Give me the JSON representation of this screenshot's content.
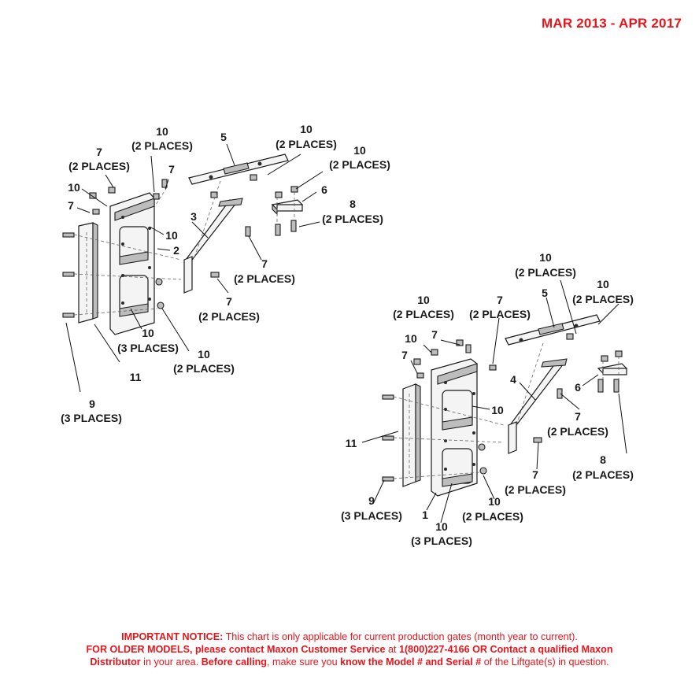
{
  "header": {
    "date_range": "MAR 2013 - APR 2017"
  },
  "callouts": {
    "left": [
      {
        "id": "l10a",
        "num": "10",
        "qty": "(2 PLACES)"
      },
      {
        "id": "l7a",
        "num": "7",
        "qty": "(2 PLACES)"
      },
      {
        "id": "l7b",
        "num": "7",
        "qty": ""
      },
      {
        "id": "l10b",
        "num": "10",
        "qty": ""
      },
      {
        "id": "l7c",
        "num": "7",
        "qty": ""
      },
      {
        "id": "l5",
        "num": "5",
        "qty": ""
      },
      {
        "id": "l10c",
        "num": "10",
        "qty": "(2 PLACES)"
      },
      {
        "id": "l10d",
        "num": "10",
        "qty": "(2 PLACES)"
      },
      {
        "id": "l6",
        "num": "6",
        "qty": ""
      },
      {
        "id": "l8",
        "num": "8",
        "qty": "(2 PLACES)"
      },
      {
        "id": "l3",
        "num": "3",
        "qty": ""
      },
      {
        "id": "l10e",
        "num": "10",
        "qty": ""
      },
      {
        "id": "l2",
        "num": "2",
        "qty": ""
      },
      {
        "id": "l7d",
        "num": "7",
        "qty": "(2 PLACES)"
      },
      {
        "id": "l7e",
        "num": "7",
        "qty": "(2 PLACES)"
      },
      {
        "id": "l10f",
        "num": "10",
        "qty": "(3 PLACES)"
      },
      {
        "id": "l10g",
        "num": "10",
        "qty": "(2 PLACES)"
      },
      {
        "id": "l11",
        "num": "11",
        "qty": ""
      },
      {
        "id": "l9",
        "num": "9",
        "qty": "(3 PLACES)"
      }
    ],
    "right": [
      {
        "id": "r10a",
        "num": "10",
        "qty": "(2 PLACES)"
      },
      {
        "id": "r10b",
        "num": "10",
        "qty": "(2 PLACES)"
      },
      {
        "id": "r5",
        "num": "5",
        "qty": ""
      },
      {
        "id": "r10c",
        "num": "10",
        "qty": "(2 PLACES)"
      },
      {
        "id": "r7a",
        "num": "7",
        "qty": "(2 PLACES)"
      },
      {
        "id": "r10d",
        "num": "10",
        "qty": ""
      },
      {
        "id": "r7b",
        "num": "7",
        "qty": ""
      },
      {
        "id": "r7c",
        "num": "7",
        "qty": ""
      },
      {
        "id": "r4",
        "num": "4",
        "qty": ""
      },
      {
        "id": "r6",
        "num": "6",
        "qty": ""
      },
      {
        "id": "r7d",
        "num": "7",
        "qty": "(2 PLACES)"
      },
      {
        "id": "r10e",
        "num": "10",
        "qty": ""
      },
      {
        "id": "r11",
        "num": "11",
        "qty": ""
      },
      {
        "id": "r8",
        "num": "8",
        "qty": "(2 PLACES)"
      },
      {
        "id": "r7e",
        "num": "7",
        "qty": "(2 PLACES)"
      },
      {
        "id": "r9",
        "num": "9",
        "qty": "(3 PLACES)"
      },
      {
        "id": "r10f",
        "num": "10",
        "qty": "(2 PLACES)"
      },
      {
        "id": "r1",
        "num": "1",
        "qty": ""
      },
      {
        "id": "r10g",
        "num": "10",
        "qty": "(3 PLACES)"
      }
    ]
  },
  "notice": {
    "line1_bold": "IMPORTANT NOTICE:",
    "line1_rest": " This chart is only applicable for current production gates (month year to current).",
    "line2_bold_a": "FOR OLDER MODELS, please contact Maxon Customer Service",
    "line2_mid": " at ",
    "line2_bold_b": "1(800)227-4166 OR Contact a qualified Maxon",
    "line3_bold_a": "Distributor",
    "line3_mid_a": " in your area. ",
    "line3_bold_b": "Before calling",
    "line3_mid_b": ", make sure you ",
    "line3_bold_c": "know the Model # and Serial #",
    "line3_end": " of the Liftgate(s) in question."
  }
}
